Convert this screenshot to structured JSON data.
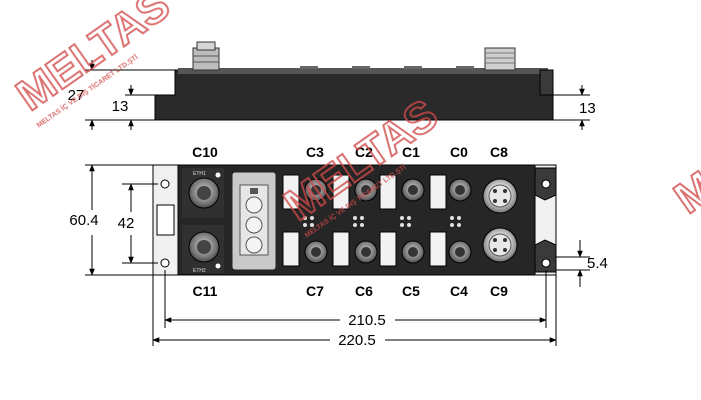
{
  "dimensions": {
    "height_total": "27",
    "height_base": "13",
    "height_base_right": "13",
    "height_module": "60.4",
    "hole_spacing_vertical": "42",
    "hole_offset": "5.4",
    "hole_spacing_horizontal": "210.5",
    "length_total": "220.5"
  },
  "ports": {
    "top": [
      "C10",
      "C3",
      "C2",
      "C1",
      "C0",
      "C8"
    ],
    "bottom": [
      "C11",
      "C7",
      "C6",
      "C5",
      "C4",
      "C9"
    ]
  },
  "labels": {
    "eth1": "ETH1",
    "eth2": "ETH2"
  },
  "watermark": {
    "brand": "MELTAS",
    "tagline": "MELTAS İÇ VE DIŞ TİCARET LTD.ŞTİ"
  },
  "colors": {
    "line": "#000000",
    "body_dark": "#1e1e1e",
    "body_mid": "#3a3a3a",
    "connector_gray": "#9a9a9a",
    "watermark": "#d14a4a"
  }
}
